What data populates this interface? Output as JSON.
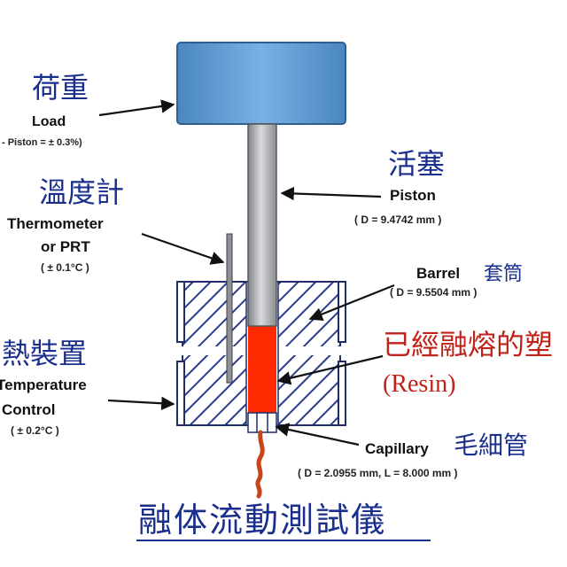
{
  "labels": {
    "load_cn": "荷重",
    "load_en": "Load",
    "load_tol": "- Piston = ± 0.3%)",
    "piston_cn": "活塞",
    "piston_en": "Piston",
    "piston_dim": "( D = 9.4742 mm )",
    "thermo_cn": "溫度計",
    "thermo_en1": "Thermometer",
    "thermo_en2": "or PRT",
    "thermo_tol": "( ± 0.1°C )",
    "barrel_en": "Barrel",
    "barrel_cn": "套筒",
    "barrel_dim": "( D = 9.5504 mm )",
    "resin_cn": "已經融熔的塑",
    "resin_en": "(Resin)",
    "heater_cn": "加熱裝置",
    "heater_en1": "Temperature",
    "heater_en2": "Control",
    "heater_tol": "( ± 0.2°C )",
    "capillary_en": "Capillary",
    "capillary_cn": "毛細管",
    "capillary_dim": "( D = 2.0955 mm, L = 8.000 mm )",
    "title": "融体流動測試儀"
  },
  "colors": {
    "weight": "#5b9bd5",
    "piston": "#a9acb0",
    "barrel_hatch": "#2b3c8e",
    "resin": "#ff2a00",
    "text_blue": "#1a2f8c",
    "text_red": "#c0221a"
  }
}
